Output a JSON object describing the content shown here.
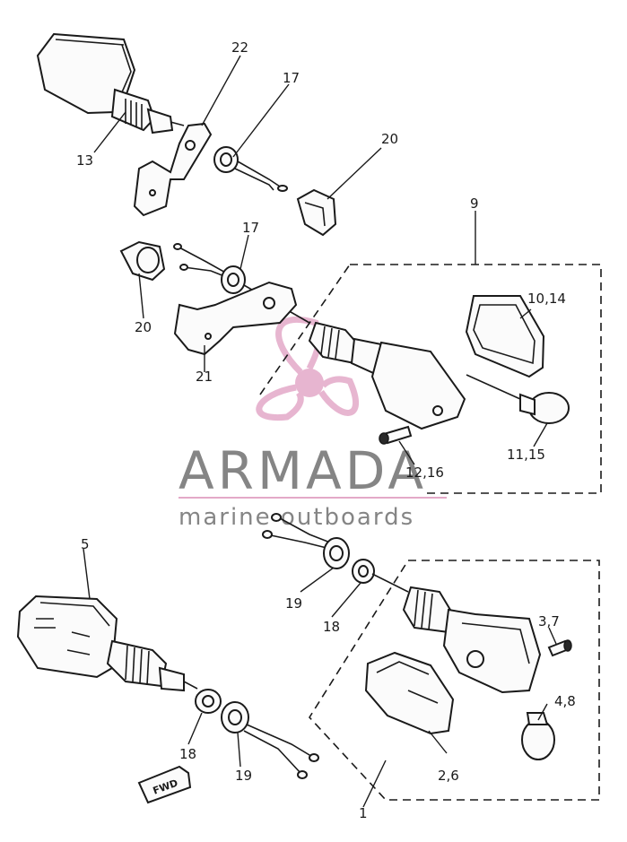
{
  "labels": {
    "l22": "22",
    "l17a": "17",
    "l20a": "20",
    "l13": "13",
    "l9": "9",
    "l17b": "17",
    "l20b": "20",
    "l10_14": "10,14",
    "l21": "21",
    "l11_15": "11,15",
    "l12_16": "12,16",
    "l5": "5",
    "l19a": "19",
    "l18a": "18",
    "l3_7": "3,7",
    "l4_8": "4,8",
    "l18b": "18",
    "l19b": "19",
    "l2_6": "2,6",
    "l1": "1"
  },
  "fwd_mark": "FWD",
  "watermark": {
    "brand": "ARMADA",
    "tagline": "marine outboards",
    "brand_color": "#707070",
    "accent_color": "#e3a9c8"
  }
}
